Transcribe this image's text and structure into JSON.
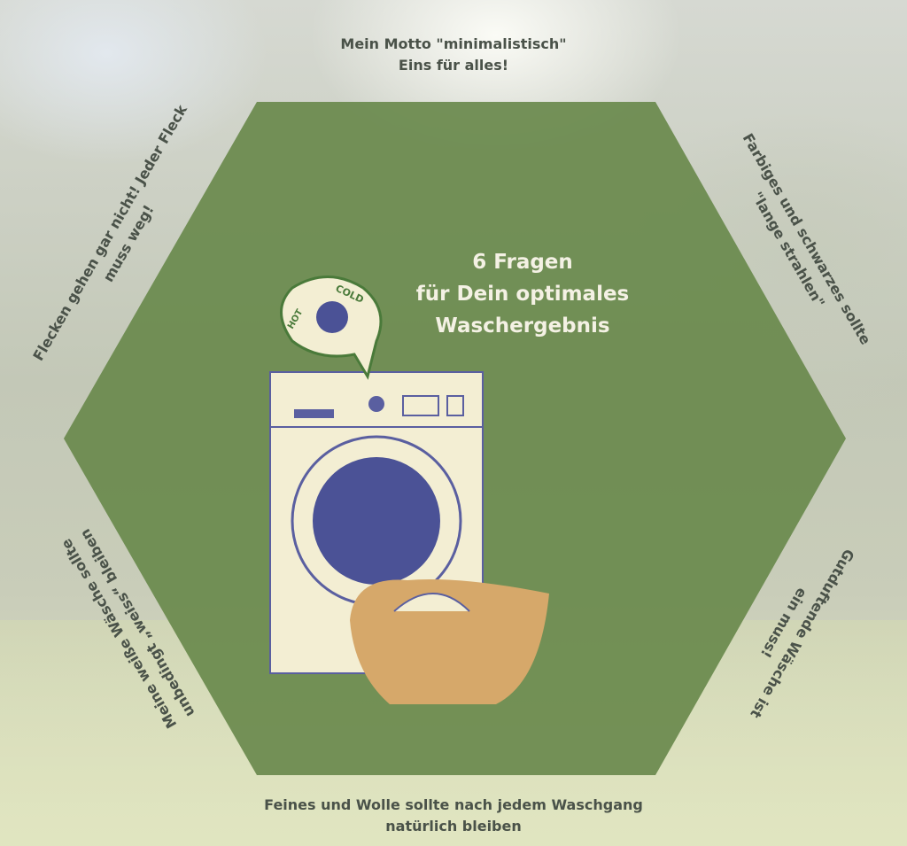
{
  "title": {
    "line1": "6 Fragen",
    "line2": "für Dein optimales",
    "line3": "Waschergebnis"
  },
  "labels": {
    "top": {
      "line1": "Mein Motto \"minimalistisch\"",
      "line2": "Eins für alles!"
    },
    "top_right": {
      "line1": "Farbiges und schwarzes sollte",
      "line2": "\"lange strahlen\""
    },
    "bottom_right": {
      "line1": "Gutduftende Wäsche ist",
      "line2": "ein muss!"
    },
    "bottom": {
      "line1": "Feines und Wolle sollte nach jedem Waschgang",
      "line2": "natürlich bleiben"
    },
    "bottom_left": {
      "line1": "Meine weiße Wäsche sollte",
      "line2": "unbedingt „weiss“ bleiben"
    },
    "top_left": {
      "line1": "Flecken gehen gar nicht! Jeder Fleck",
      "line2": "muss weg!"
    }
  },
  "dial": {
    "hot": "HOT",
    "cold": "COLD"
  },
  "colors": {
    "hexagon": "#6b8a4e",
    "text": "#4a5249",
    "title": "#f4f1e4",
    "drum": "#4b5296",
    "basket": "#d6a86a",
    "machine": "#f3eed3"
  }
}
